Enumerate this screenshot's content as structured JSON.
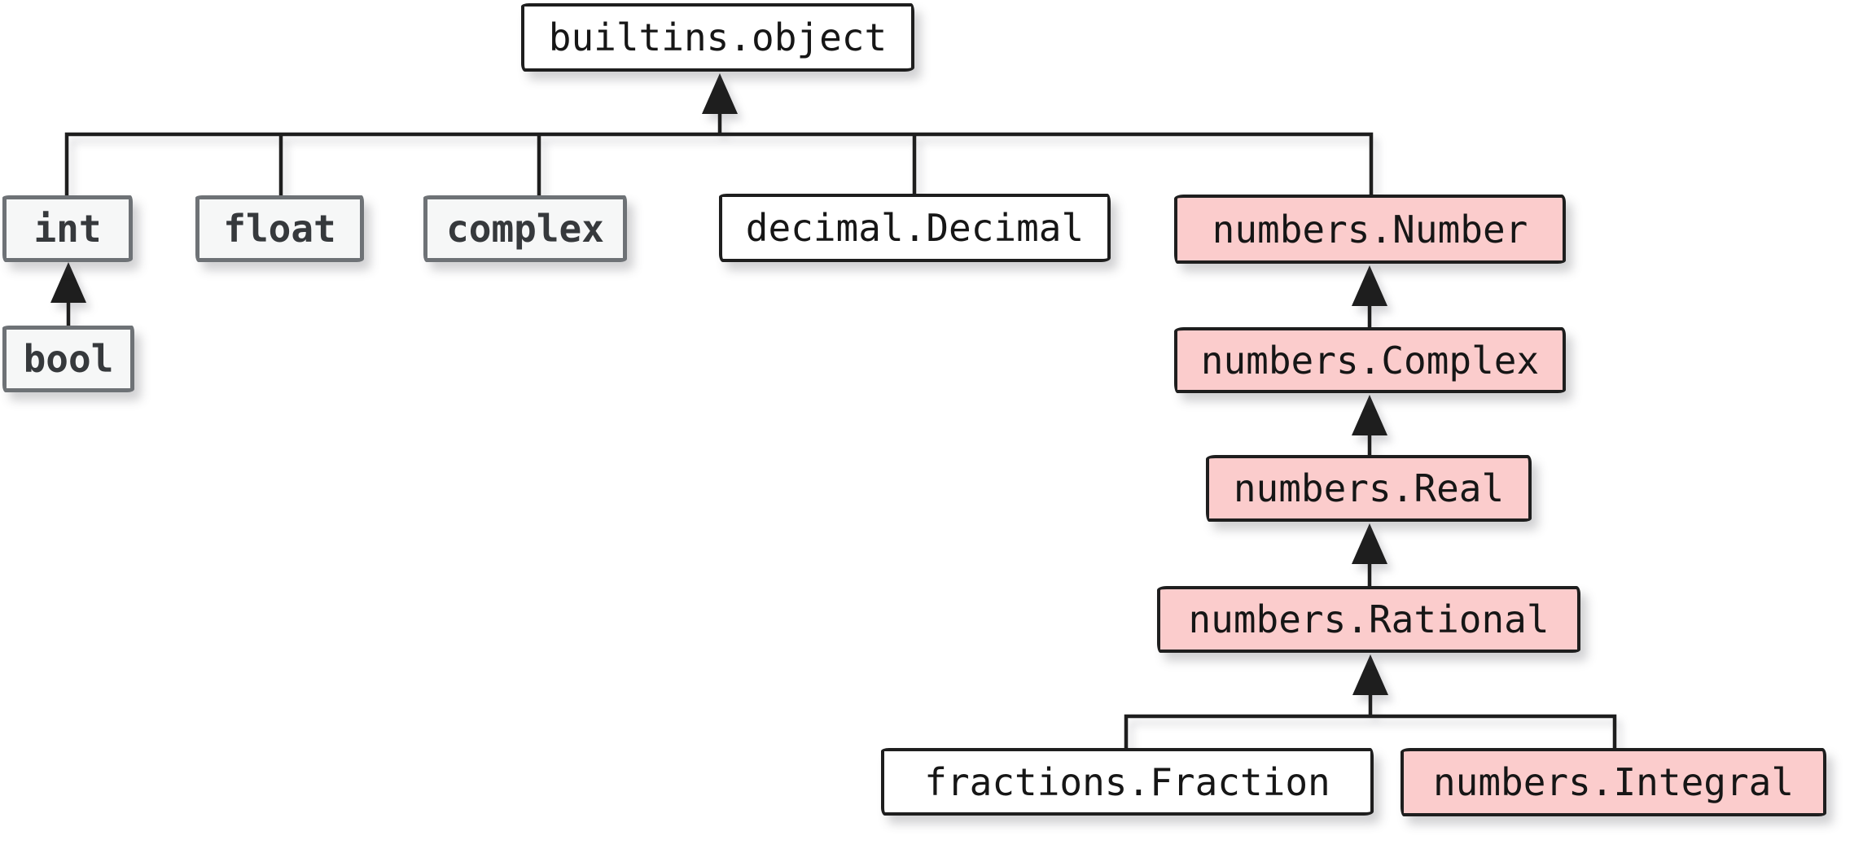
{
  "diagram": {
    "type": "class-hierarchy",
    "arrow_direction": "child-points-to-parent"
  },
  "nodes": [
    {
      "id": "object",
      "label": "builtins.object",
      "style": "plain"
    },
    {
      "id": "int",
      "label": "int",
      "style": "muted"
    },
    {
      "id": "float",
      "label": "float",
      "style": "muted"
    },
    {
      "id": "complex",
      "label": "complex",
      "style": "muted"
    },
    {
      "id": "decimal",
      "label": "decimal.Decimal",
      "style": "plain"
    },
    {
      "id": "number",
      "label": "numbers.Number",
      "style": "accent"
    },
    {
      "id": "bool",
      "label": "bool",
      "style": "muted"
    },
    {
      "id": "ncomplex",
      "label": "numbers.Complex",
      "style": "accent"
    },
    {
      "id": "nreal",
      "label": "numbers.Real",
      "style": "accent"
    },
    {
      "id": "nrational",
      "label": "numbers.Rational",
      "style": "accent"
    },
    {
      "id": "fraction",
      "label": "fractions.Fraction",
      "style": "plain"
    },
    {
      "id": "integral",
      "label": "numbers.Integral",
      "style": "accent"
    }
  ],
  "edges": [
    {
      "child": "int",
      "parent": "builtins.object"
    },
    {
      "child": "float",
      "parent": "builtins.object"
    },
    {
      "child": "complex",
      "parent": "builtins.object"
    },
    {
      "child": "decimal.Decimal",
      "parent": "builtins.object"
    },
    {
      "child": "numbers.Number",
      "parent": "builtins.object"
    },
    {
      "child": "bool",
      "parent": "int"
    },
    {
      "child": "numbers.Complex",
      "parent": "numbers.Number"
    },
    {
      "child": "numbers.Real",
      "parent": "numbers.Complex"
    },
    {
      "child": "numbers.Rational",
      "parent": "numbers.Real"
    },
    {
      "child": "fractions.Fraction",
      "parent": "numbers.Rational"
    },
    {
      "child": "numbers.Integral",
      "parent": "numbers.Rational"
    }
  ],
  "colors": {
    "highlight_fill": "#fbcccc",
    "box_stroke": "#1e1e1e",
    "muted_fill": "#f6f7f7",
    "muted_stroke": "#6e7276",
    "muted_text": "#36393c",
    "line": "#1e1e1e"
  }
}
